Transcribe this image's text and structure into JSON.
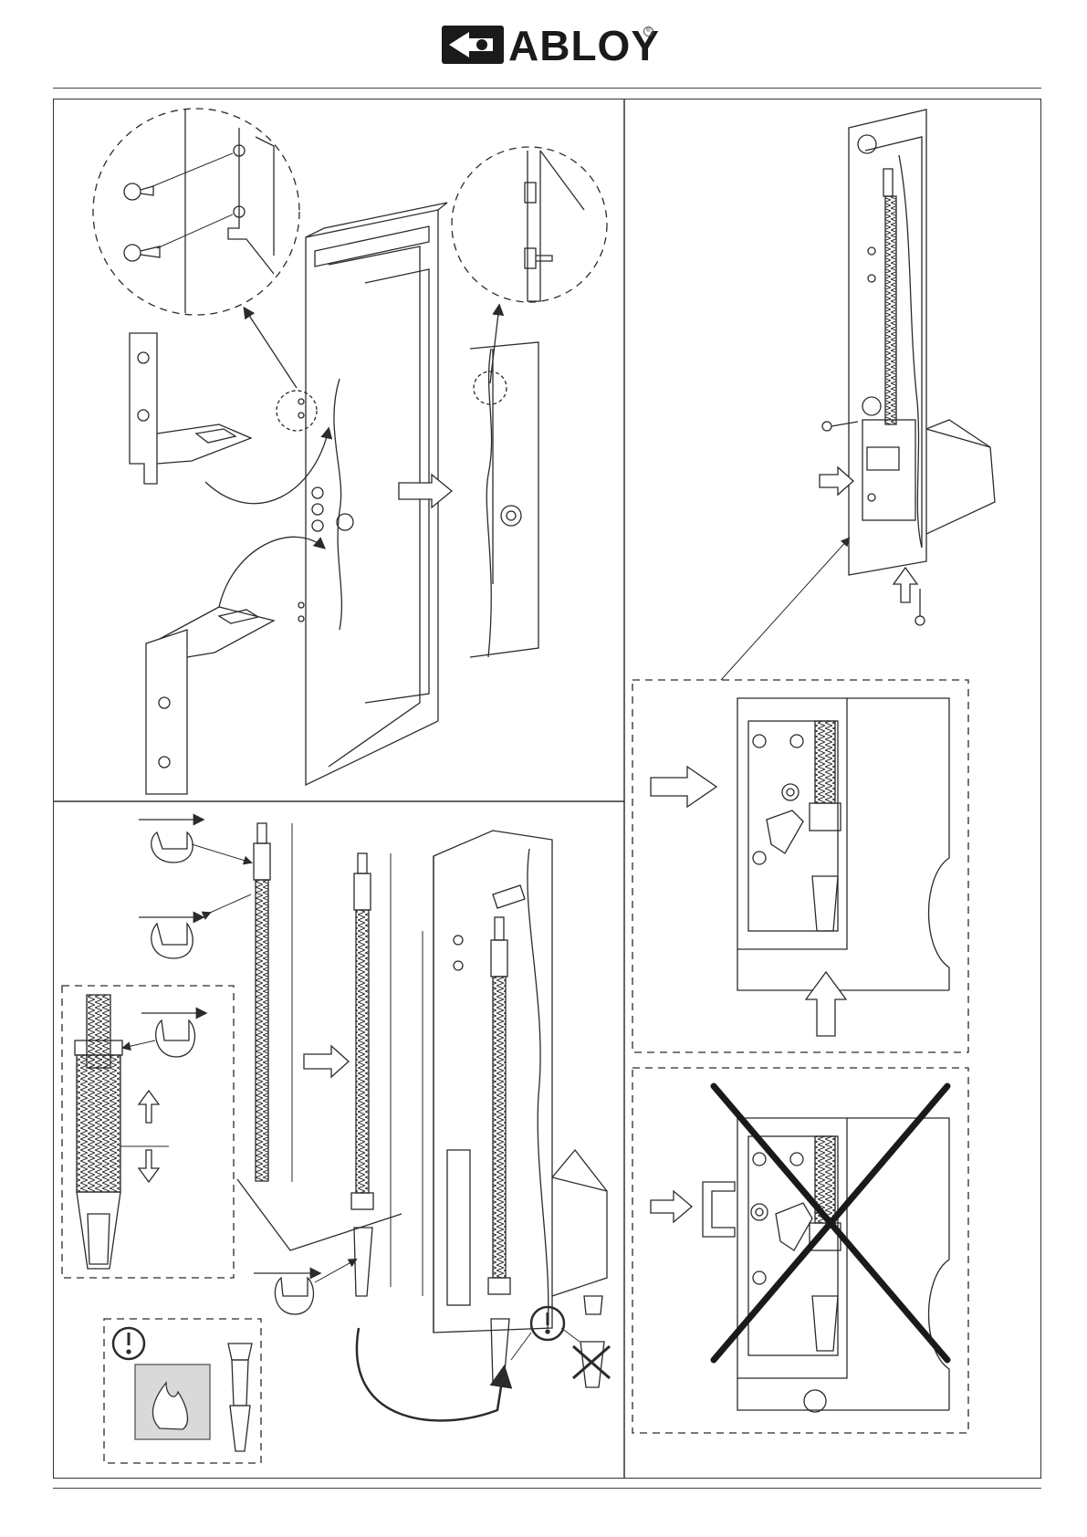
{
  "header": {
    "brand": "ABLOY",
    "registered_mark": "®"
  },
  "colors": {
    "line": "#2b2b2b",
    "light_line": "#777777",
    "fire_box": "#d9d9d9",
    "cross": "#1a1a1a"
  },
  "icons": {
    "warning": "exclamation-icon",
    "fire": "flame-icon",
    "direction": "hollow-arrow-icon"
  },
  "panels": {
    "top_left": "bracket-mounting-illustration",
    "bottom_left": "rod-adjustment-illustration",
    "right_top": "rod-installation-illustration",
    "right_middle": "correct-latch-position-detail",
    "right_bottom": "incorrect-latch-position-detail"
  }
}
